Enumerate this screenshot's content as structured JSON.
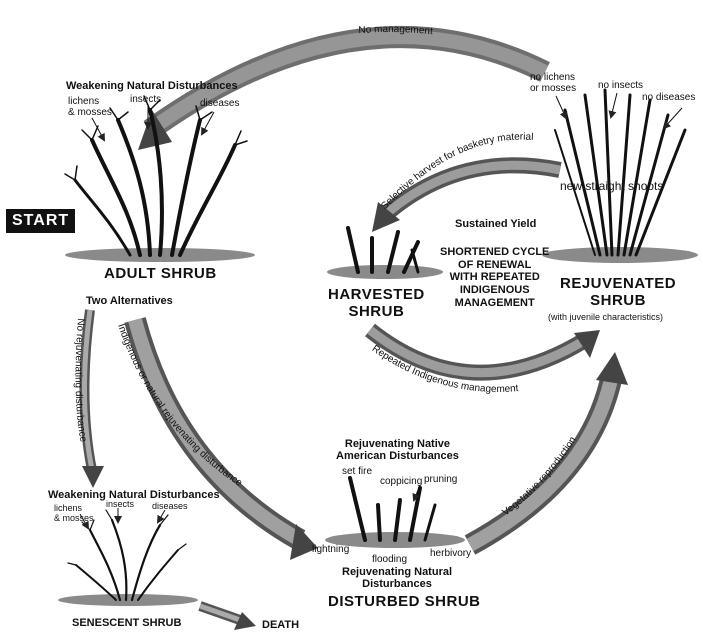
{
  "start": "START",
  "top_arc": "No management",
  "adult": {
    "title": "ADULT SHRUB",
    "weakening": "Weakening Natural Disturbances",
    "lichens": "lichens\n& mosses",
    "insects": "insects",
    "diseases": "diseases",
    "two_alternatives": "Two Alternatives"
  },
  "rejuvenated": {
    "title": "REJUVENATED\nSHRUB",
    "sub": "(with juvenile characteristics)",
    "no_lichens": "no lichens\nor mosses",
    "no_insects": "no insects",
    "no_diseases": "no diseases",
    "shoots": "new straight shoots"
  },
  "harvested": {
    "title": "HARVESTED\nSHRUB"
  },
  "center": {
    "sustained": "Sustained Yield",
    "shortened": "SHORTENED CYCLE\nOF RENEWAL\nWITH REPEATED\nINDIGENOUS\nMANAGEMENT"
  },
  "inner_top_arc": "Selective harvest for basketry material",
  "inner_bottom_arc": "Repeated Indigenous management",
  "left_arc_1": "No rejuvenating disturbance",
  "left_arc_2": "Indigenous or natural rejuvenating disturbance",
  "right_arc": "Vegetative reproduction",
  "disturbed": {
    "title": "DISTURBED SHRUB",
    "rejuv_native": "Rejuvenating Native\nAmerican Disturbances",
    "set_fire": "set fire",
    "coppicing": "coppicing",
    "pruning": "pruning",
    "lightning": "lightning",
    "flooding": "flooding",
    "herbivory": "herbivory",
    "rejuv_natural": "Rejuvenating Natural\nDisturbances"
  },
  "senescent": {
    "title": "SENESCENT SHRUB",
    "weakening": "Weakening Natural Disturbances",
    "lichens": "lichens\n& mosses",
    "insects": "insects",
    "diseases": "diseases"
  },
  "death": "DEATH"
}
